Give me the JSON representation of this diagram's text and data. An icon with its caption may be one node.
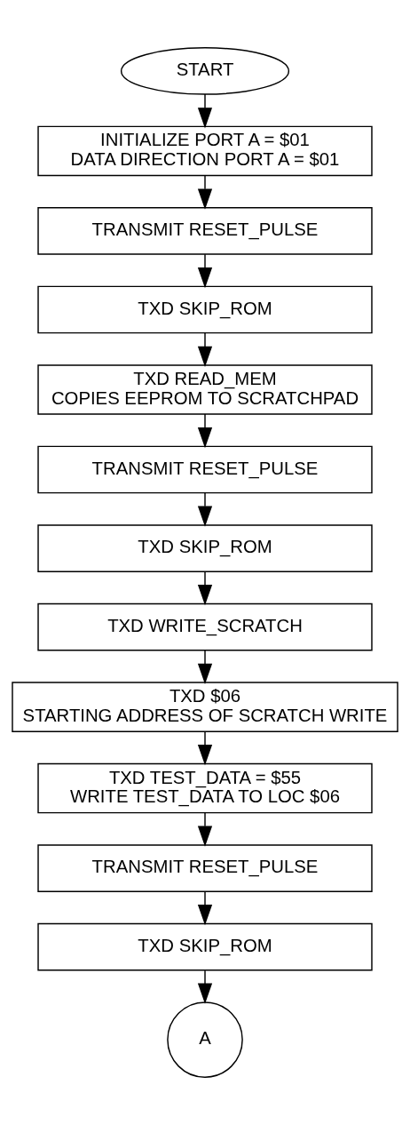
{
  "diagram": {
    "nodes": [
      {
        "text": [
          "START"
        ]
      },
      {
        "text": [
          "INITIALIZE PORT A = $01",
          "DATA DIRECTION PORT A = $01"
        ]
      },
      {
        "text": [
          "TRANSMIT RESET_PULSE"
        ]
      },
      {
        "text": [
          "TXD SKIP_ROM"
        ]
      },
      {
        "text": [
          "TXD READ_MEM",
          "COPIES EEPROM TO SCRATCHPAD"
        ]
      },
      {
        "text": [
          "TRANSMIT RESET_PULSE"
        ]
      },
      {
        "text": [
          "TXD SKIP_ROM"
        ]
      },
      {
        "text": [
          "TXD WRITE_SCRATCH"
        ]
      },
      {
        "text": [
          "TXD $06",
          "STARTING ADDRESS OF SCRATCH WRITE"
        ]
      },
      {
        "text": [
          "TXD TEST_DATA = $55",
          "WRITE TEST_DATA TO LOC $06"
        ]
      },
      {
        "text": [
          "TRANSMIT RESET_PULSE"
        ]
      },
      {
        "text": [
          "TXD SKIP_ROM"
        ]
      },
      {
        "text": [
          "A"
        ]
      }
    ],
    "edges": [
      {
        "from": 0,
        "to": 1,
        "arrow": "to"
      },
      {
        "from": 1,
        "to": 2,
        "arrow": "to"
      },
      {
        "from": 2,
        "to": 3,
        "arrow": "to"
      },
      {
        "from": 3,
        "to": 4,
        "arrow": "to"
      },
      {
        "from": 4,
        "to": 5,
        "arrow": "to"
      },
      {
        "from": 5,
        "to": 6,
        "arrow": "to"
      },
      {
        "from": 6,
        "to": 7,
        "arrow": "to"
      },
      {
        "from": 7,
        "to": 8,
        "arrow": "to"
      },
      {
        "from": 8,
        "to": 9,
        "arrow": "to"
      },
      {
        "from": 9,
        "to": 10,
        "arrow": "to"
      },
      {
        "from": 10,
        "to": 11,
        "arrow": "to"
      },
      {
        "from": 11,
        "to": 12,
        "arrow": "to"
      }
    ]
  }
}
